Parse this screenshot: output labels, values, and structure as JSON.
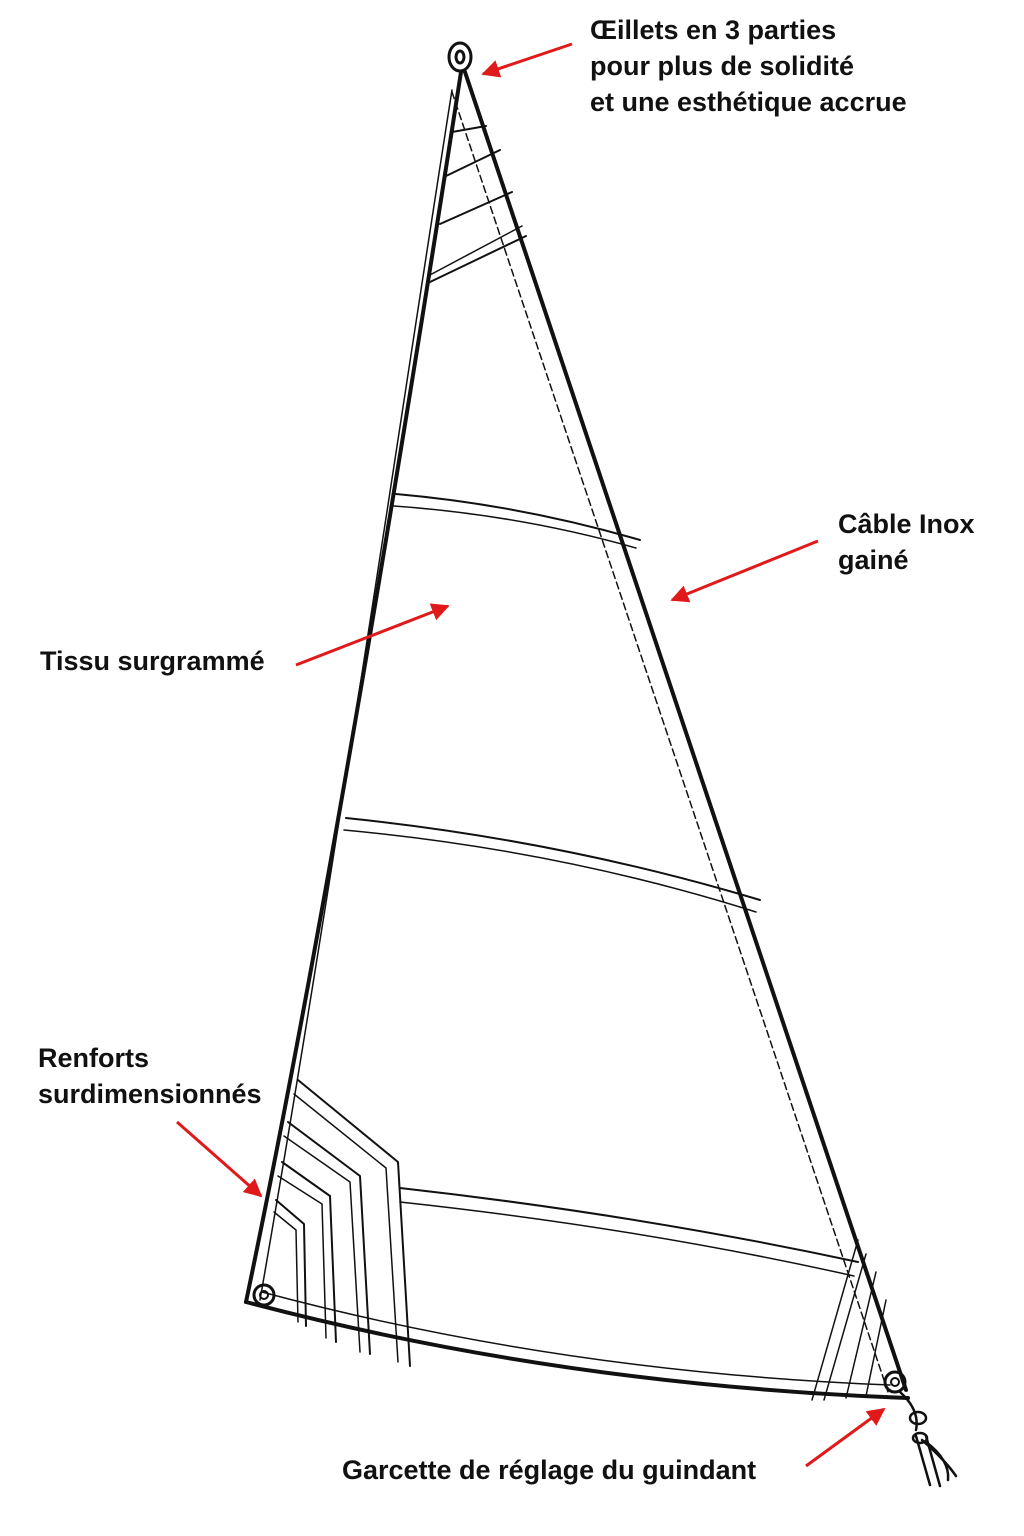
{
  "diagram": {
    "subject": "sail",
    "line_color": "#111111",
    "arrow_color": "#e0191b",
    "background": "#ffffff"
  },
  "annotations": {
    "eyelet": {
      "lines": [
        "Œillets en 3 parties",
        "pour plus de solidité",
        "et une esthétique accrue"
      ]
    },
    "cable": {
      "lines": [
        "Câble Inox",
        "gainé"
      ]
    },
    "fabric": {
      "lines": [
        "Tissu surgrammé"
      ]
    },
    "reinforcements": {
      "lines": [
        "Renforts",
        "surdimensionnés"
      ]
    },
    "tack_line": {
      "lines": [
        "Garcette de réglage du guindant"
      ]
    }
  }
}
